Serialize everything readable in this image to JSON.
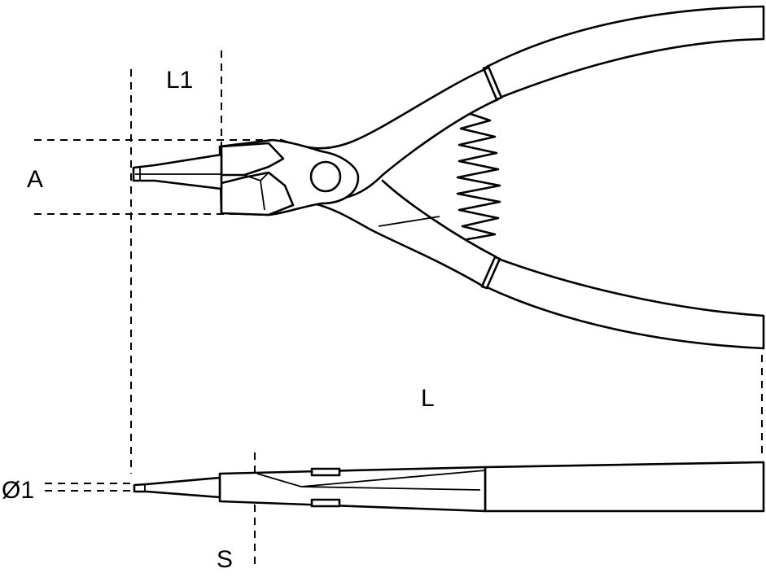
{
  "diagram": {
    "labels": {
      "l1": "L1",
      "a": "A",
      "l": "L",
      "d1": "Ø1",
      "s": "S"
    }
  }
}
